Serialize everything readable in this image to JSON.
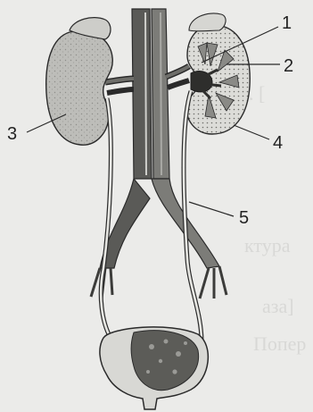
{
  "labels": {
    "one": "1",
    "two": "2",
    "three": "3",
    "four": "4",
    "five": "5"
  },
  "bleed_text": {
    "line1": "4. [",
    "line2": "ктура",
    "line3": "аза]",
    "line4": "Попер"
  },
  "colors": {
    "paper": "#ebebe9",
    "ink": "#2a2a2a",
    "kidney_fill": "#b9b9b5",
    "vessel_dark": "#4a4a48",
    "bladder_fill": "#6a6a66"
  }
}
